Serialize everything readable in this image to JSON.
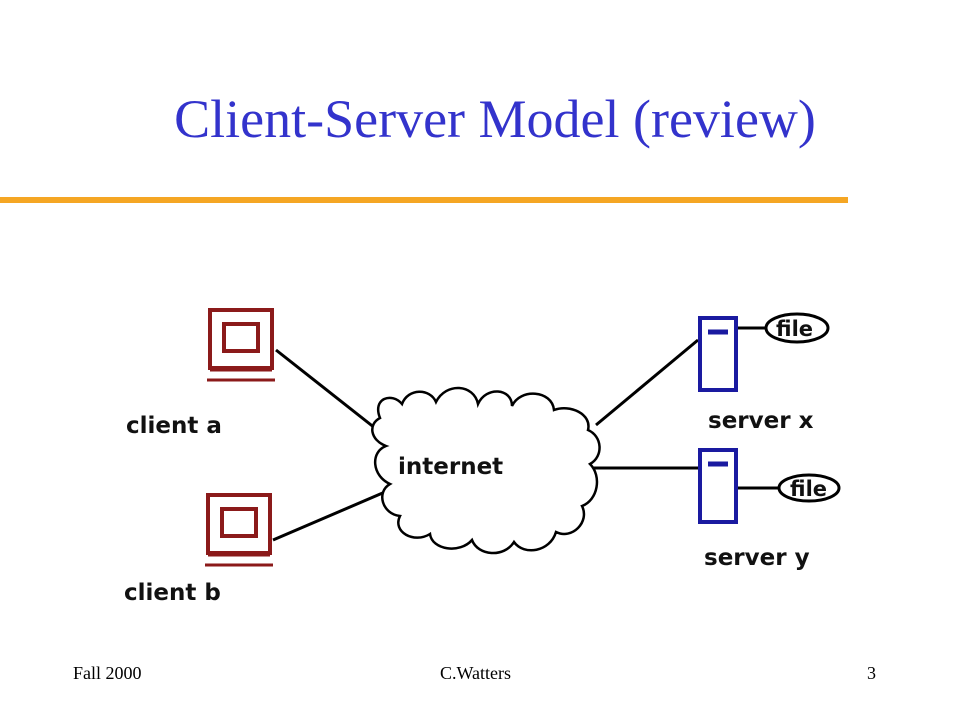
{
  "slide": {
    "title": "Client-Server Model (review)"
  },
  "diagram": {
    "client_a_label": "client a",
    "client_b_label": "client b",
    "internet_label": "internet",
    "server_x_label": "server x",
    "server_y_label": "server y",
    "file_x_label": "file",
    "file_y_label": "file",
    "client_color": "#8b1a1a",
    "server_color": "#1a1aa0"
  },
  "footer": {
    "date": "Fall 2000",
    "author": "C.Watters",
    "page": "3"
  }
}
